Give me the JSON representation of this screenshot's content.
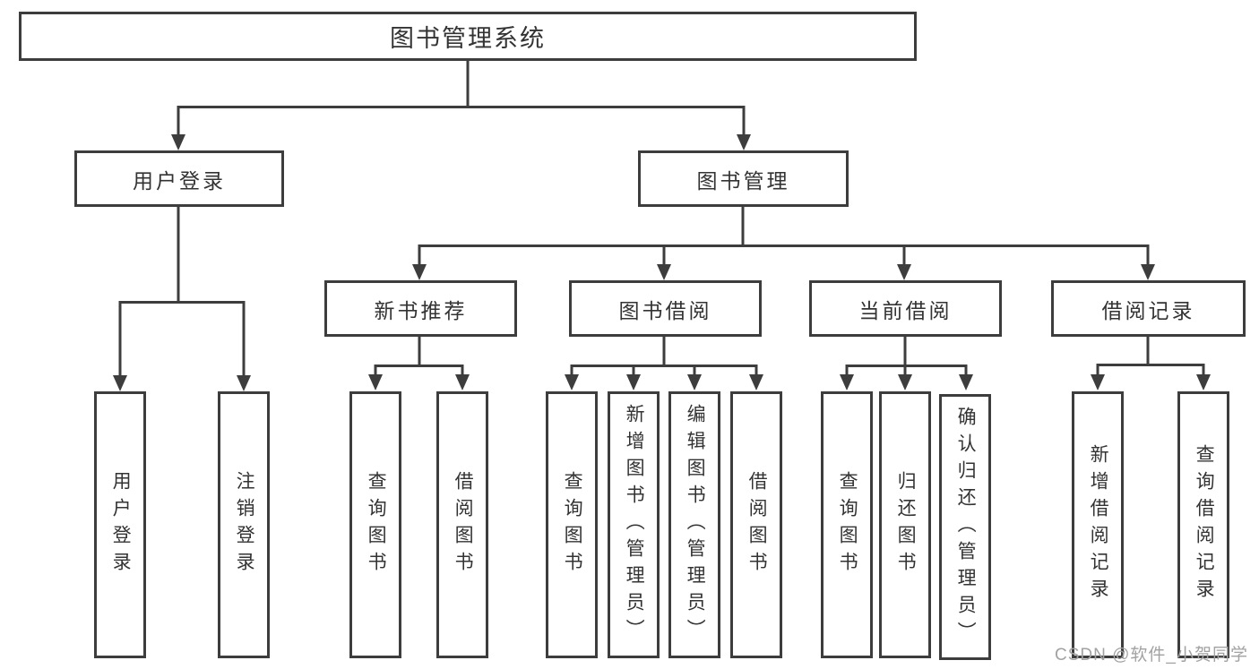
{
  "diagram": {
    "root": {
      "label": "图书管理系统"
    },
    "level1": [
      {
        "id": "user-login",
        "label": "用户登录"
      },
      {
        "id": "book-management",
        "label": "图书管理"
      }
    ],
    "level2": [
      {
        "id": "new-book-recommend",
        "label": "新书推荐"
      },
      {
        "id": "book-borrow",
        "label": "图书借阅"
      },
      {
        "id": "current-borrow",
        "label": "当前借阅"
      },
      {
        "id": "borrow-records",
        "label": "借阅记录"
      }
    ],
    "leaves": {
      "user_login": [
        {
          "label": "用户登录"
        },
        {
          "label": "注销登录"
        }
      ],
      "new_book_recommend": [
        {
          "label": "查询图书"
        },
        {
          "label": "借阅图书"
        }
      ],
      "book_borrow": [
        {
          "label": "查询图书"
        },
        {
          "label": "新增图书（管理员）"
        },
        {
          "label": "编辑图书（管理员）"
        },
        {
          "label": "借阅图书"
        }
      ],
      "current_borrow": [
        {
          "label": "查询图书"
        },
        {
          "label": "归还图书"
        },
        {
          "label": "确认归还（管理员）"
        }
      ],
      "borrow_records": [
        {
          "label": "新增借阅记录"
        },
        {
          "label": "查询借阅记录"
        }
      ]
    }
  },
  "watermark": {
    "text": "CSDN @软件_小贺同学"
  },
  "colors": {
    "line": "#3d3d3d",
    "text": "#333333",
    "watermark": "#a2a2a2",
    "background": "#ffffff"
  }
}
